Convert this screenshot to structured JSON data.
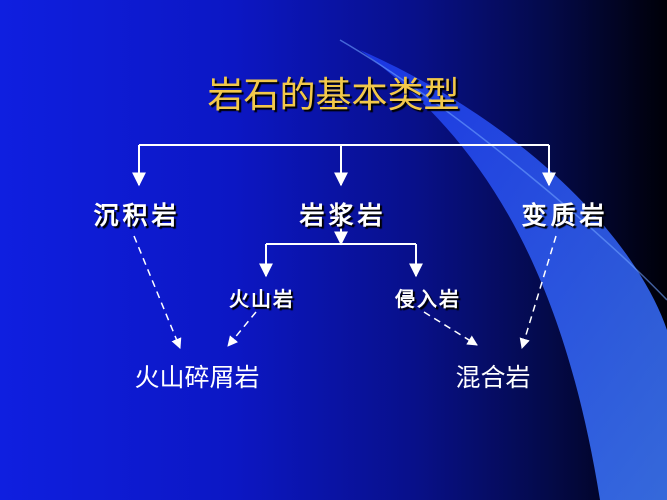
{
  "title": "岩石的基本类型",
  "nodes": {
    "sedimentary": "沉积岩",
    "magmatic": "岩浆岩",
    "metamorphic": "变质岩",
    "volcanic": "火山岩",
    "intrusive": "侵入岩",
    "pyroclastic": "火山碎屑岩",
    "migmatite": "混合岩"
  },
  "colors": {
    "background": "#0c17c4",
    "title": "#f2c84a",
    "text": "#ffffff",
    "lines": "#ffffff"
  }
}
